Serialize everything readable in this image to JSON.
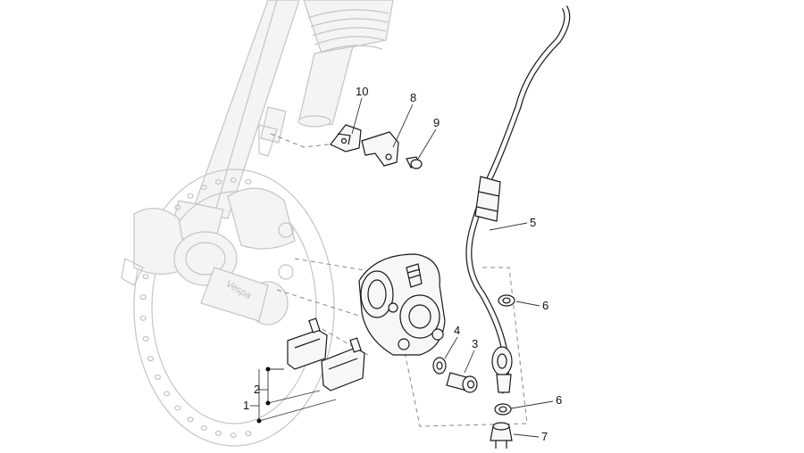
{
  "diagram": {
    "callouts": [
      {
        "id": "1",
        "label": "1"
      },
      {
        "id": "2",
        "label": "2"
      },
      {
        "id": "3",
        "label": "3"
      },
      {
        "id": "4",
        "label": "4"
      },
      {
        "id": "5",
        "label": "5"
      },
      {
        "id": "6a",
        "label": "6"
      },
      {
        "id": "6b",
        "label": "6"
      },
      {
        "id": "7",
        "label": "7"
      },
      {
        "id": "8",
        "label": "8"
      },
      {
        "id": "9",
        "label": "9"
      },
      {
        "id": "10",
        "label": "10"
      }
    ],
    "logo_text": "Vespa"
  }
}
